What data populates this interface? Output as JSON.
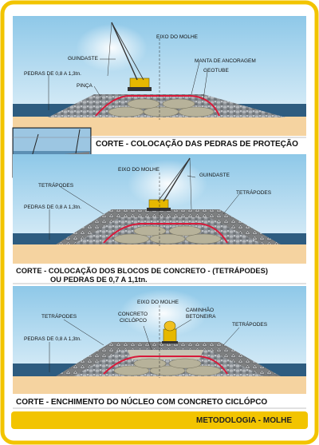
{
  "colors": {
    "accent_yellow": "#f2c400",
    "sky_top": "#8ec8e8",
    "sky_bottom": "#e8f4fb",
    "sea": "#2e5c80",
    "sand": "#f5d3a0",
    "geotube_outline": "#d81a3a"
  },
  "panels": [
    {
      "caption": "CORTE - COLOCAÇÃO DAS PEDRAS DE PROTEÇÃO",
      "labels": {
        "axis": "EIXO DO MOLHE",
        "crane": "GUINDASTE",
        "anchor_blanket": "MANTA DE ANCORAGEM",
        "geotube": "GEOTUBE",
        "stones": "PEDRAS DE 0,8 A 1,3tn.",
        "grab": "PINÇA"
      }
    },
    {
      "caption_line1": "CORTE - COLOCAÇÃO DOS BLOCOS DE CONCRETO - (TETRÁPODES)",
      "caption_line2": "OU PEDRAS DE 0,7 A 1,1tn.",
      "labels": {
        "axis": "EIXO DO MOLHE",
        "crane": "GUINDASTE",
        "tetrapods_left": "TETRÁPODES",
        "tetrapods_right": "TETRÁPODES",
        "stones": "PEDRAS DE 0,8 A 1,3tn."
      }
    },
    {
      "caption": "CORTE - ENCHIMENTO DO NÚCLEO COM CONCRETO CICLÓPCO",
      "labels": {
        "axis": "EIXO DO MOLHE",
        "concrete_line1": "CONCRETO",
        "concrete_line2": "CICLÓPCO",
        "truck_line1": "CAMINHÃO",
        "truck_line2": "BETONEIRA",
        "tetrapods_left": "TETRÁPODES",
        "tetrapods_right": "TETRÁPODES",
        "stones": "PEDRAS DE 0,8 A 1,3tn."
      }
    }
  ],
  "footer": {
    "title": "METODOLOGIA - MOLHE"
  }
}
